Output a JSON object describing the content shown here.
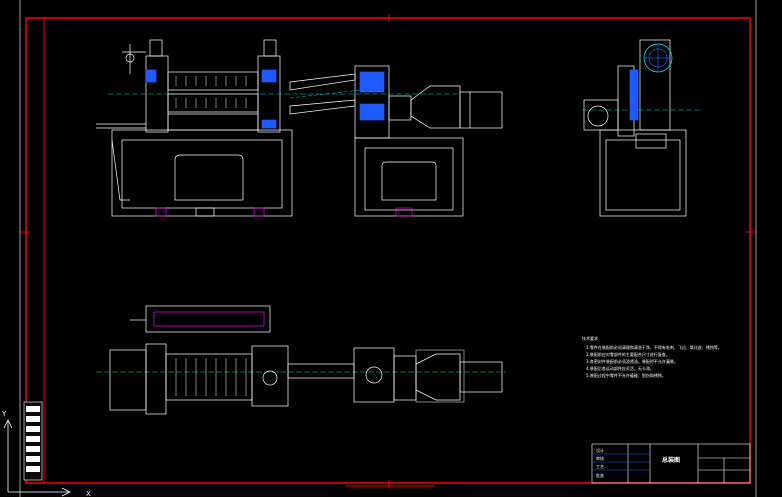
{
  "colors": {
    "background": "#000000",
    "border": "#ff0000",
    "geometry": "#ffffff",
    "accent_blue": "#1e5bff",
    "accent_magenta": "#ff00ff",
    "accent_cyan": "#00ffff",
    "accent_green": "#00ff00",
    "accent_yellow": "#ffff00"
  },
  "technical_notes": {
    "heading": "技术要求",
    "lines": [
      "1.零件在装配前必须清理和清洗干净，不得有毛刺、飞边、氧化皮、锈蚀等。",
      "2.装配前应对零部件的主要配合尺寸进行复查。",
      "3.各密封件装配前必须浸透油，装配时不允许漏装。",
      "4.装配后各运动部件应灵活，无卡滞。",
      "5.装配过程中零件不允许磕碰、划伤和锈蚀。"
    ]
  },
  "title_block": {
    "drawing_name": "总装图",
    "company": "",
    "labels": [
      "设计",
      "审核",
      "工艺",
      "批准"
    ]
  },
  "ucs_icon": {
    "x_label": "X",
    "y_label": "Y"
  }
}
